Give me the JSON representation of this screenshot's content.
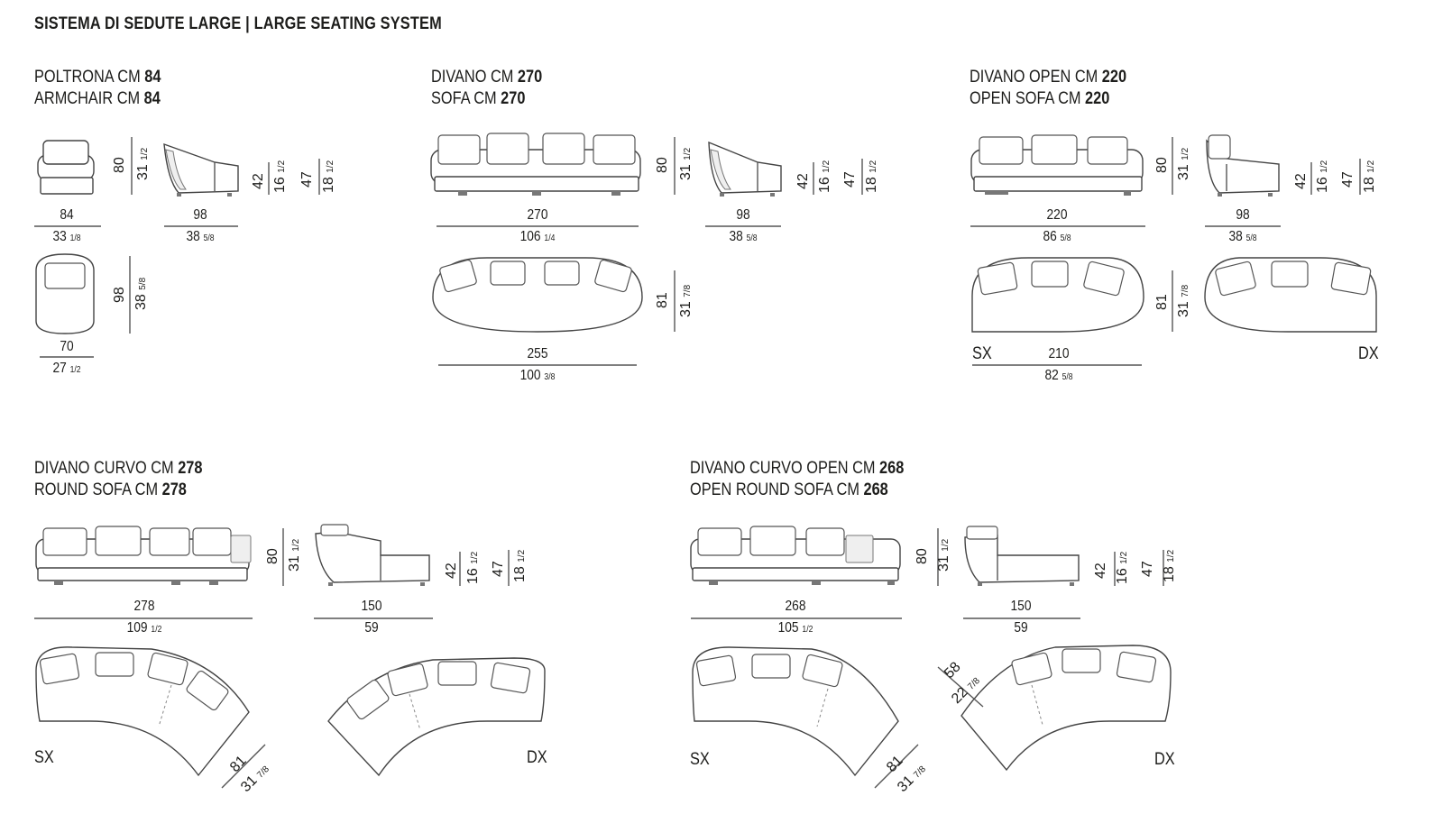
{
  "title": "SISTEMA DI SEDUTE LARGE | LARGE SEATING SYSTEM",
  "sections": {
    "armchair": {
      "it": "POLTRONA CM",
      "en": "ARMCHAIR CM",
      "size": "84"
    },
    "sofa": {
      "it": "DIVANO CM",
      "en": "SOFA CM",
      "size": "270"
    },
    "open_sofa": {
      "it": "DIVANO OPEN CM",
      "en": "OPEN SOFA CM",
      "size": "220"
    },
    "round_sofa": {
      "it": "DIVANO CURVO CM",
      "en": "ROUND SOFA CM",
      "size": "278"
    },
    "open_round_sofa": {
      "it": "DIVANO CURVO OPEN CM",
      "en": "OPEN ROUND SOFA CM",
      "size": "268"
    }
  },
  "dims": {
    "a_w_cm": "84",
    "a_w_in": "33",
    "a_w_fr": "1/8",
    "a_d_cm": "98",
    "a_d_in": "38",
    "a_d_fr": "5/8",
    "a_pw_cm": "70",
    "a_pw_in": "27",
    "a_pw_fr": "1/2",
    "h80": "80",
    "h31": "31",
    "h31_fr": "1/2",
    "h42": "42",
    "h16": "16",
    "h16_fr": "1/2",
    "h47": "47",
    "h18": "18",
    "h18_fr": "1/2",
    "s_w_cm": "270",
    "s_w_in": "106",
    "s_w_fr": "1/4",
    "s_d_cm": "98",
    "s_d_in": "38",
    "s_d_fr": "5/8",
    "s_pw_cm": "255",
    "s_pw_in": "100",
    "s_pw_fr": "3/8",
    "p81": "81",
    "p31": "31",
    "p31_fr": "7/8",
    "o_w_cm": "220",
    "o_w_in": "86",
    "o_w_fr": "5/8",
    "o_d_cm": "98",
    "o_d_in": "38",
    "o_d_fr": "5/8",
    "o_pw_cm": "210",
    "o_pw_in": "82",
    "o_pw_fr": "5/8",
    "r_w_cm": "278",
    "r_w_in": "109",
    "r_w_fr": "1/2",
    "r_d_cm": "150",
    "r_d_in": "59",
    "or_w_cm": "268",
    "or_w_in": "105",
    "or_w_fr": "1/2",
    "or_d_cm": "150",
    "or_d_in": "59",
    "or_58": "58",
    "or_22": "22",
    "or_22_fr": "7/8"
  },
  "side_labels": {
    "sx": "SX",
    "dx": "DX"
  }
}
